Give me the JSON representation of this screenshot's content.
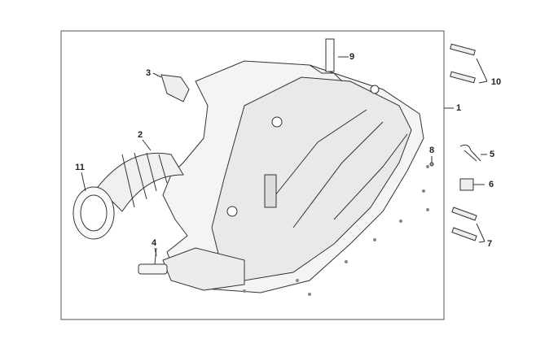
{
  "diagram": {
    "title": "Air cleaner assembly exploded view",
    "callouts": [
      "1",
      "2",
      "3",
      "4",
      "5",
      "6",
      "7",
      "8",
      "9",
      "10",
      "11"
    ],
    "colors": {
      "line": "#333333",
      "part_fill": "#f2f2f2",
      "frame": "#555555"
    }
  }
}
